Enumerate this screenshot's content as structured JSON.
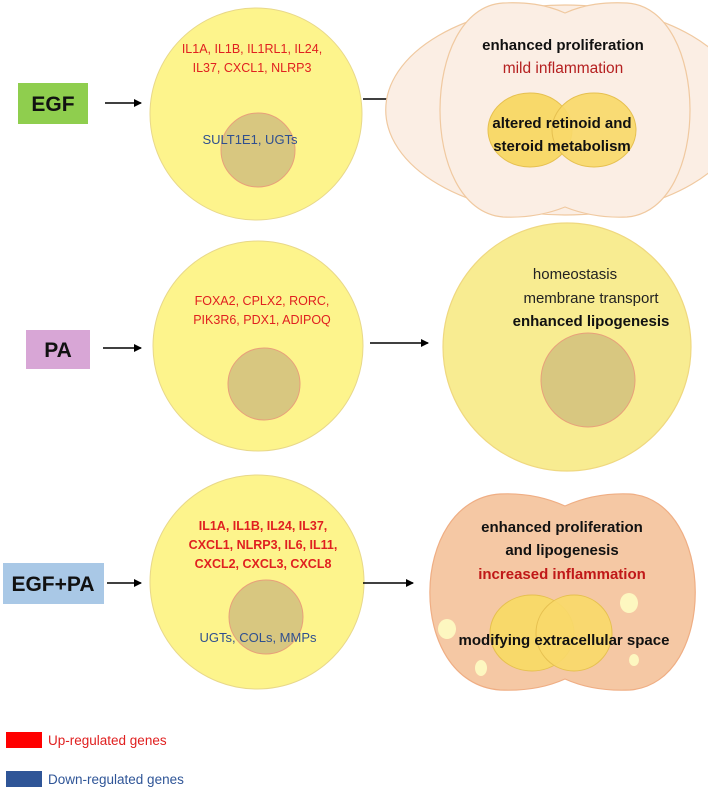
{
  "rows": [
    {
      "treatment": "EGF",
      "treatment_color": "#8fce4e",
      "upregulated_genes": [
        "IL1A, IL1B, IL1RL1, IL24,",
        "IL37, CXCL1, NLRP3"
      ],
      "downregulated_genes": [
        "SULT1E1, UGTs"
      ],
      "outcome": [
        "enhanced proliferation",
        "mild inflammation",
        "altered retinoid and",
        "steroid metabolism"
      ]
    },
    {
      "treatment": "PA",
      "treatment_color": "#d8a6d6",
      "upregulated_genes": [
        "FOXA2, CPLX2, RORC,",
        "PIK3R6, PDX1, ADIPOQ"
      ],
      "downregulated_genes": [],
      "outcome": [
        "homeostasis",
        "membrane transport",
        "enhanced lipogenesis"
      ]
    },
    {
      "treatment": "EGF+PA",
      "treatment_color": "#a9c8e6",
      "upregulated_genes": [
        "IL1A, IL1B, IL24, IL37,",
        "CXCL1, NLRP3, IL6, IL11,",
        "CXCL2, CXCL3, CXCL8"
      ],
      "downregulated_genes": [
        "UGTs, COLs, MMPs"
      ],
      "outcome": [
        "enhanced proliferation",
        "and lipogenesis",
        "increased inflammation",
        "modifying extracellular space"
      ]
    }
  ],
  "legend": [
    {
      "label": "Up-regulated genes",
      "color": "#ff0000",
      "text_color": "#e02020"
    },
    {
      "label": "Down-regulated genes",
      "color": "#2f5597",
      "text_color": "#2f5597"
    }
  ],
  "colors": {
    "cell_fill": "#fdf48c",
    "cell_stroke": "#e8d88a",
    "nucleus_fill": "#d8c780",
    "outcome_egf_fill": "#fbeee4",
    "outcome_pa_fill": "#f8ec91",
    "outcome_egfpa_fill": "#f5c8a4",
    "droplet_fill": "#fdf7c0"
  }
}
